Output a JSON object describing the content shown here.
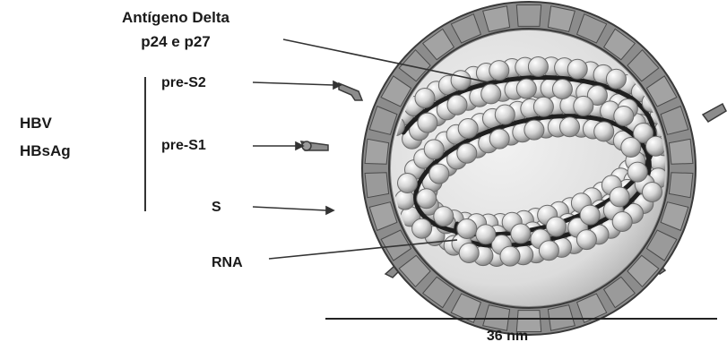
{
  "labels": {
    "delta_line1": "Antígeno Delta",
    "delta_line2": "p24 e p27",
    "pre_s2": "pre-S2",
    "pre_s1": "pre-S1",
    "s": "S",
    "rna": "RNA",
    "hbv": "HBV",
    "hbsag": "HBsAg",
    "scale": "36 nm"
  },
  "colors": {
    "envelope": "#8c8c8c",
    "envelope_tile": "#a9a9a9",
    "envelope_edge": "#3a3a3a",
    "core": "#e6e6e6",
    "bead": "#d2d2d2",
    "bead_edge": "#6a6a6a",
    "rna_strand": "#222222",
    "text": "#1a1a1a"
  }
}
